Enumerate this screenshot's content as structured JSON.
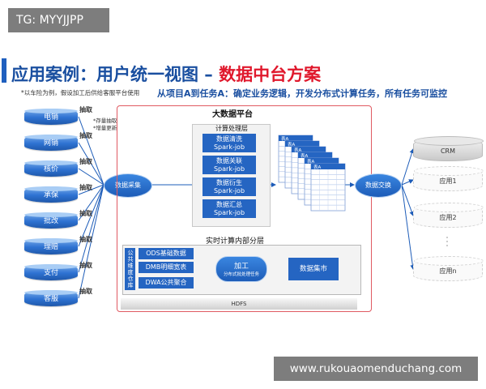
{
  "tag": "TG: MYYJJPP",
  "watermark": "www.rukouaomenduchang.com",
  "title": {
    "main": "应用案例：用户统一视图 – ",
    "highlight": "数据中台方案"
  },
  "note": "*以车险为例，假设加工后供给客服平台使用",
  "subtitle": "从项目A到任务A：确定业务逻辑，开发分布式计算任务，所有任务可监控",
  "sources": [
    "电销",
    "网销",
    "核价",
    "承保",
    "批改",
    "理赔",
    "支付",
    "客服"
  ],
  "extract_label": "抽取",
  "extract_notes": [
    "*存量抽取",
    "*增量更新"
  ],
  "collect": "数据采集",
  "platform": "大数据平台",
  "compute": {
    "title": "计算处理层",
    "jobs": [
      {
        "name": "数据清洗",
        "engine": "Spark-job"
      },
      {
        "name": "数据关联",
        "engine": "Spark-job"
      },
      {
        "name": "数据衍生",
        "engine": "Spark-job"
      },
      {
        "name": "数据汇总",
        "engine": "Spark-job"
      }
    ]
  },
  "tables": [
    "表A",
    "表A",
    "表A",
    "表A",
    "表A",
    "表A"
  ],
  "realtime": {
    "title": "实时计算内部分层",
    "vertical_label": "公共维度仓库",
    "layers": [
      "ODS基础数据",
      "DMB明细宽表",
      "DWA公共聚合"
    ],
    "process": {
      "name": "加工",
      "detail": "分布式批处理任务"
    },
    "mart": "数据集市"
  },
  "hdfs": "HDFS",
  "exchange": "数据交换",
  "targets": [
    "CRM",
    "应用1",
    "应用2",
    "应用n"
  ],
  "colors": {
    "primary": "#2565c2",
    "title_blue": "#1a4fa0",
    "accent_red": "#e0182c",
    "box_border": "#e05a62"
  }
}
